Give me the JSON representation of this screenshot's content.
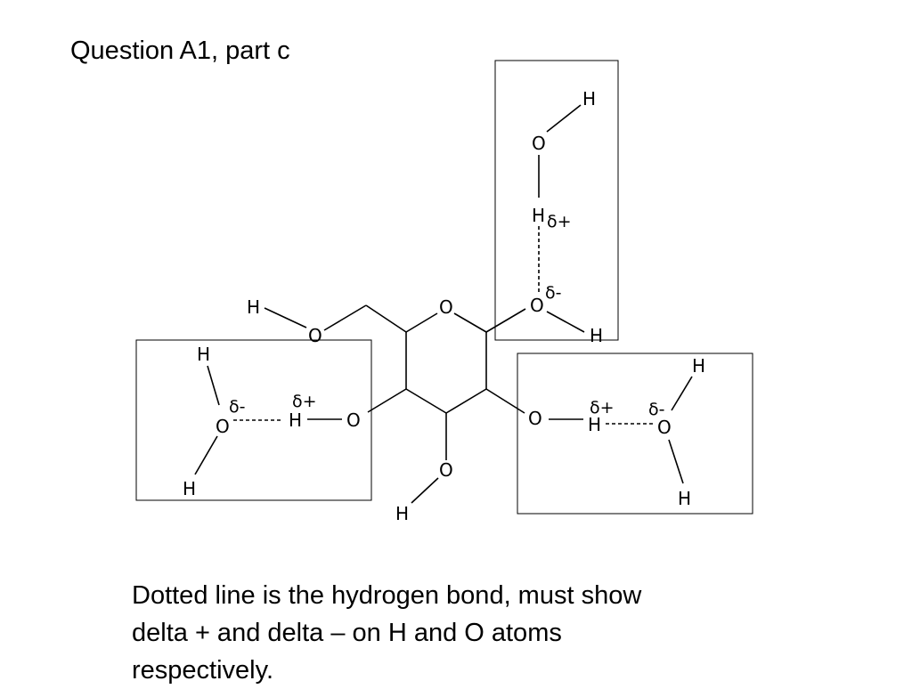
{
  "title": "Question A1, part c",
  "caption": {
    "line1": "Dotted line is the hydrogen bond, must show",
    "line2": "delta + and delta – on H and O atoms",
    "line3": "respectively."
  },
  "atoms": {
    "O": "O",
    "H": "H"
  },
  "charges": {
    "delta_plus": "δ+",
    "delta_minus": "δ-"
  }
}
